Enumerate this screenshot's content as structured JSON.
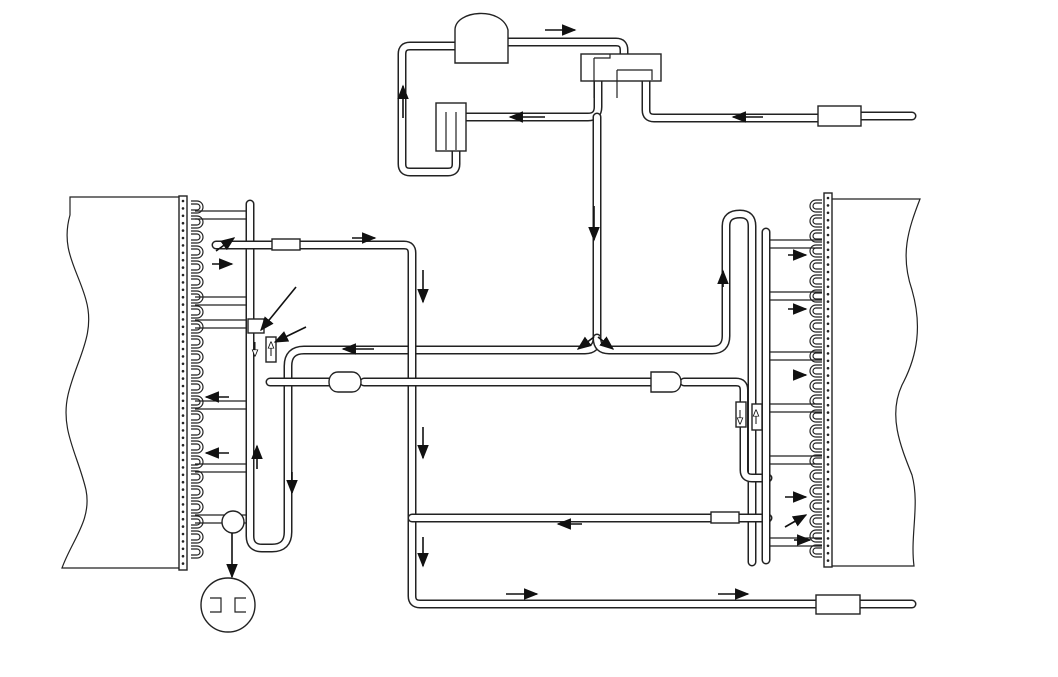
{
  "diagram": {
    "kind": "refrigerant piping schematic",
    "colors": {
      "line": "#222222",
      "background": "#ffffff"
    },
    "components": [
      {
        "id": "compressor-dome",
        "kind": "compressor"
      },
      {
        "id": "top-receiver",
        "kind": "receiver"
      },
      {
        "id": "top-valve-manifold",
        "kind": "reversing-valve"
      },
      {
        "id": "inline-filter-top-right",
        "kind": "filter-drier"
      },
      {
        "id": "inline-filter-bottom-right",
        "kind": "filter-drier"
      },
      {
        "id": "center-left-accumulator",
        "kind": "capsule"
      },
      {
        "id": "center-right-accumulator",
        "kind": "capsule"
      },
      {
        "id": "left-heat-exchanger-coil",
        "kind": "coil"
      },
      {
        "id": "right-heat-exchanger-coil",
        "kind": "coil"
      },
      {
        "id": "detail-callout",
        "kind": "magnified-detail"
      }
    ],
    "flow_arrows": 36
  }
}
